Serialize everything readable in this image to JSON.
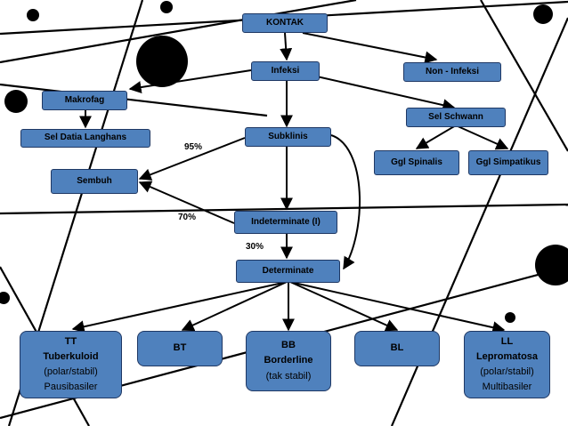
{
  "nodes": {
    "kontak": "KONTAK",
    "infeksi": "Infeksi",
    "non_infeksi": "Non - Infeksi",
    "makrofag": "Makrofag",
    "sel_datia": "Sel Datia Langhans",
    "subklinis": "Subklinis",
    "sel_schwann": "Sel Schwann",
    "ggl_spinalis": "Ggl Spinalis",
    "ggl_simpatikus": "Ggl Simpatikus",
    "sembuh": "Sembuh",
    "indeterminate": "Indeterminate (I)",
    "determinate": "Determinate"
  },
  "percent_labels": {
    "p95": "95%",
    "p70": "70%",
    "p30": "30%"
  },
  "types": {
    "tt": {
      "line1": "TT",
      "line2": "Tuberkuloid",
      "line3": "(polar/stabil)",
      "line4": "Pausibasiler"
    },
    "bt": {
      "line1": "BT"
    },
    "bb": {
      "line1": "BB",
      "line2": "Borderline",
      "line3": "(tak stabil)"
    },
    "bl": {
      "line1": "BL"
    },
    "ll": {
      "line1": "LL",
      "line2": "Lepromatosa",
      "line3": "(polar/stabil)",
      "line4": "Multibasiler"
    }
  },
  "colors": {
    "box_fill": "#4f81bd",
    "box_border": "#1f3864",
    "background": "#ffffff",
    "decoration": "#000000"
  }
}
